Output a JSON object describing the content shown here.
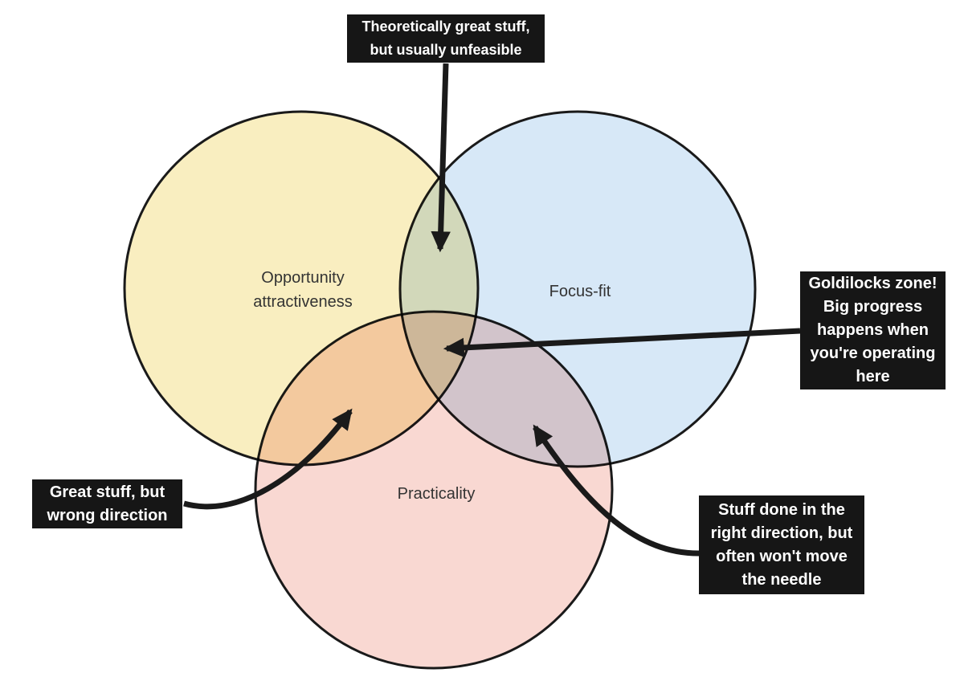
{
  "venn": {
    "canvas_bg": "#ffffff",
    "stroke_color": "#1a1a1a",
    "arrow_color": "#1a1a1a",
    "callout_bg": "#161616",
    "callout_text_color": "#ffffff",
    "label_text_color": "#333333",
    "circles": {
      "opportunity": {
        "label": "Opportunity\nattractiveness",
        "fill": "#f9eec0"
      },
      "focus_fit": {
        "label": "Focus-fit",
        "fill": "#d7e8f7"
      },
      "practicality": {
        "label": "Practicality",
        "fill": "#f9d8d2"
      }
    },
    "overlap_colors": {
      "opportunity_focus": "#ccd7b6",
      "opportunity_practicality": "#f5c997",
      "focus_practicality": "#d4c3ce",
      "center": "#d0b99e"
    },
    "callouts": {
      "top": {
        "text": "Theoretically great stuff,\nbut usually unfeasible"
      },
      "goldilocks": {
        "text": "Goldilocks zone!\nBig progress\nhappens when\nyou're operating\nhere"
      },
      "wrong_direction": {
        "text": "Great stuff, but\nwrong direction"
      },
      "needle": {
        "text": "Stuff done in the\nright direction, but\noften won't move\nthe needle"
      }
    }
  }
}
